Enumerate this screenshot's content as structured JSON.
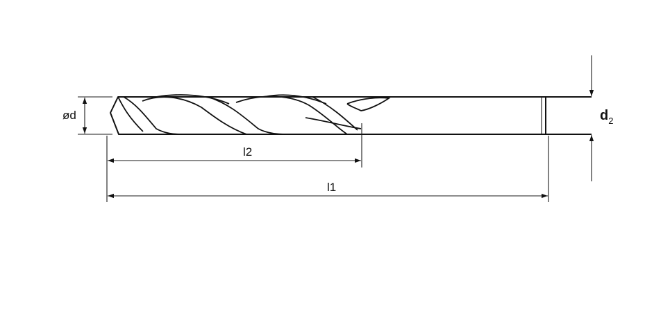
{
  "diagram": {
    "labels": {
      "diameter": "ød",
      "flute_length": "l2",
      "total_length": "l1",
      "shank_diameter_main": "d",
      "shank_diameter_sub": "2"
    },
    "colors": {
      "background": "#ffffff",
      "line": "#111111"
    }
  }
}
